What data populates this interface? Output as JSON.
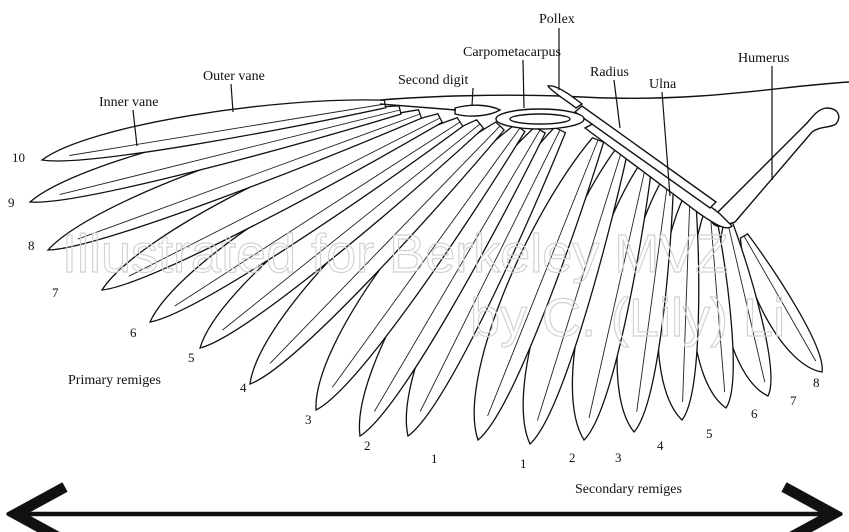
{
  "labels": {
    "pollex": "Pollex",
    "carpometacarpus": "Carpometacarpus",
    "second_digit": "Second digit",
    "radius": "Radius",
    "ulna": "Ulna",
    "humerus": "Humerus",
    "outer_vane": "Outer vane",
    "inner_vane": "Inner vane",
    "primary_remiges": "Primary remiges",
    "secondary_remiges": "Secondary remiges"
  },
  "primary_numbers": [
    "10",
    "9",
    "8",
    "7",
    "6",
    "5",
    "4",
    "3",
    "2",
    "1"
  ],
  "secondary_numbers": [
    "1",
    "2",
    "3",
    "4",
    "5",
    "6",
    "7",
    "8"
  ],
  "watermark": {
    "line1": "Illustrated for Berkeley MVZ",
    "line2": "by C. (Lily) Li"
  }
}
